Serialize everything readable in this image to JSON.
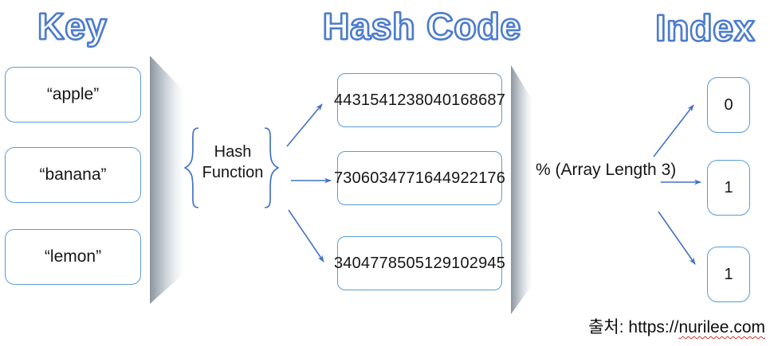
{
  "titles": {
    "key": "Key",
    "hash_code": "Hash Code",
    "index": "Index"
  },
  "keys": [
    "“apple”",
    "“banana”",
    "“lemon”"
  ],
  "hash_function": {
    "line1": "Hash",
    "line2": "Function"
  },
  "hash_codes": [
    "4431541238040168687",
    "7306034771644922176",
    "3404778505129102945"
  ],
  "mod_label": "% (Array Length 3)",
  "indexes": [
    "0",
    "1",
    "1"
  ],
  "footer": {
    "prefix": "출처: https://",
    "domain": "nurilee.com"
  },
  "colors": {
    "accent_blue": "#4472C4",
    "box_border_blue": "#5B9BD5",
    "title_outline_blue": "#4c7ccd",
    "divider_gray": "#8c959e",
    "squiggle_red": "#d0342c"
  }
}
